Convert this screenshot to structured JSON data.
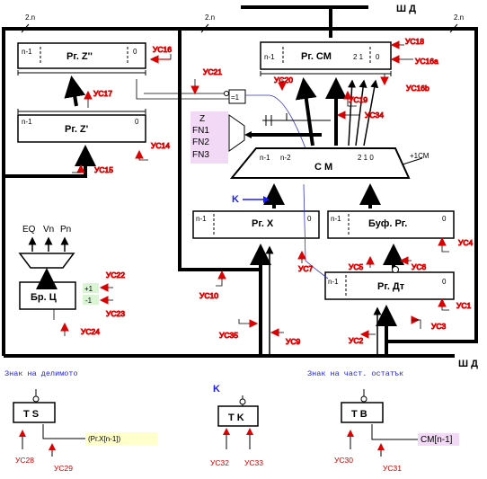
{
  "labels": {
    "bus_top": "Ш Д",
    "bus_bottom": "Ш Д",
    "width_2n_left": "2.n",
    "width_2n_mid": "2.n",
    "width_2n_right": "2.n",
    "reg_z2": "Рг. Z''",
    "reg_z1": "Рг. Z'",
    "reg_cm": "Рг. СМ",
    "reg_x": "Рг. X",
    "reg_buf": "Буф. Рг.",
    "reg_dt": "Рг. Дт",
    "reg_bc": "Бр. Ц",
    "adder": "С М",
    "xor_gate": "=1",
    "k_in": "K",
    "plus_1cm": "+1СМ",
    "bit_n1": "n-1",
    "bit_n2": "n-2",
    "bit_0": "0",
    "bits_210": "2  1  0",
    "bits_21_0": "2  1",
    "plus1": "+1",
    "minus1": "-1",
    "eq": "EQ",
    "vn": "Vn",
    "pn": "Pn",
    "fn_z": "Z",
    "fn1": "FN1",
    "fn2": "FN2",
    "fn3": "FN3"
  },
  "control_signals": {
    "us1": "УС1",
    "us2": "УС2",
    "us3": "УС3",
    "us4": "УС4",
    "us5": "УС5",
    "us6": "УС6",
    "us7": "УС7",
    "us9": "УС9",
    "us10": "УС10",
    "us14": "УС14",
    "us15": "УС15",
    "us16": "УС16",
    "us16a": "УС16а",
    "us16b": "УС16b",
    "us17": "УС17",
    "us18": "УС18",
    "us19": "УС19",
    "us20": "УС20",
    "us21": "УС21",
    "us22": "УС22",
    "us23": "УС23",
    "us24": "УС24",
    "us28": "УС28",
    "us29": "УС29",
    "us30": "УС30",
    "us31": "УС31",
    "us32": "УС32",
    "us33": "УС33",
    "us34": "УС34",
    "us35": "УС35"
  },
  "flipflops": {
    "ts_caption": "Знак на делимото",
    "ts_name": "T S",
    "ts_input": "(Рг.Х[n-1])",
    "tk_caption": "K",
    "tk_name": "T K",
    "tb_caption": "Знак на част. остатък",
    "tb_name": "T B",
    "tb_input": "СМ[n-1]"
  },
  "colors": {
    "control_arrow": "#dd0000",
    "bus": "#000000",
    "fn_highlight": "#f2d9f5",
    "pm_highlight": "#d9f5d4",
    "input_highlight": "#ffffcc",
    "caption": "#1a1aff",
    "thin_wire": "#3333cc"
  }
}
